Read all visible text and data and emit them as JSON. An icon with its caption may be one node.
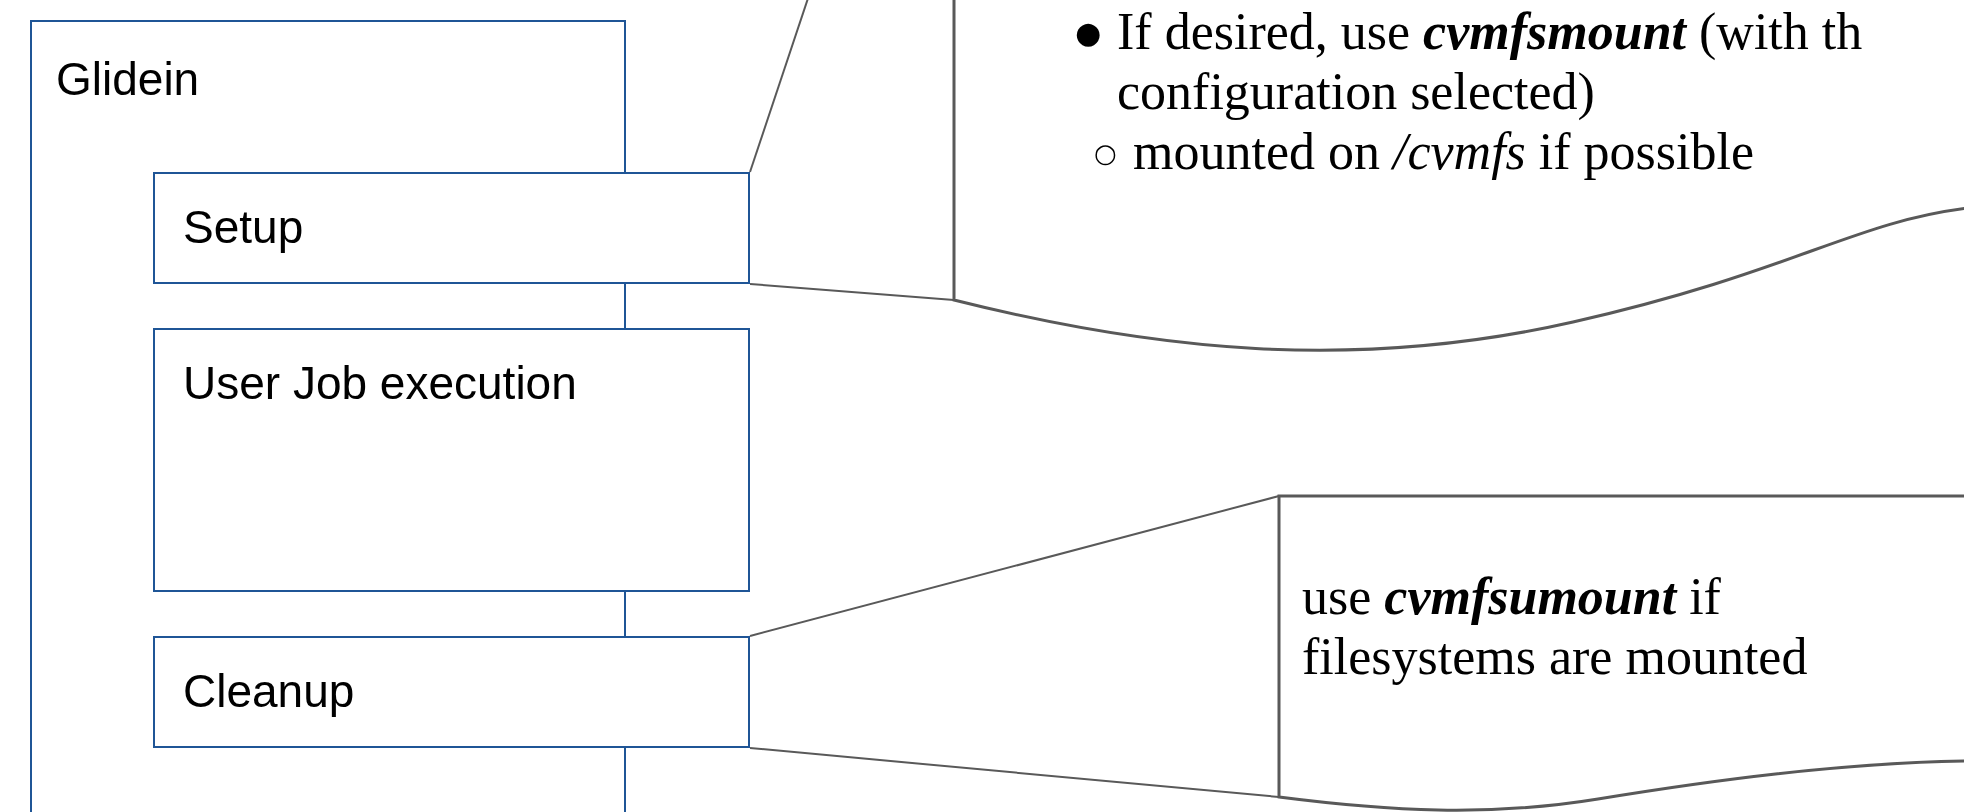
{
  "diagram": {
    "nodes": [
      {
        "text": [
          "Glidein"
        ]
      },
      {
        "text": [
          "Setup"
        ]
      },
      {
        "text": [
          "User Job execution"
        ]
      },
      {
        "text": [
          "Cleanup"
        ]
      },
      {
        "text": [
          "If desired, use **cvmfsmount** (with th configuration selected)",
          "mounted on */cvmfs* if possible"
        ]
      },
      {
        "text": [
          "use **cvmfsumount** if filesystems are mounted"
        ]
      }
    ],
    "edges": [
      {
        "from": 1,
        "to": 4,
        "arrow": "none"
      },
      {
        "from": 1,
        "to": 4,
        "arrow": "none"
      },
      {
        "from": 3,
        "to": 5,
        "arrow": "none"
      },
      {
        "from": 3,
        "to": 5,
        "arrow": "none"
      }
    ],
    "labels": [
      "●",
      "○"
    ]
  }
}
